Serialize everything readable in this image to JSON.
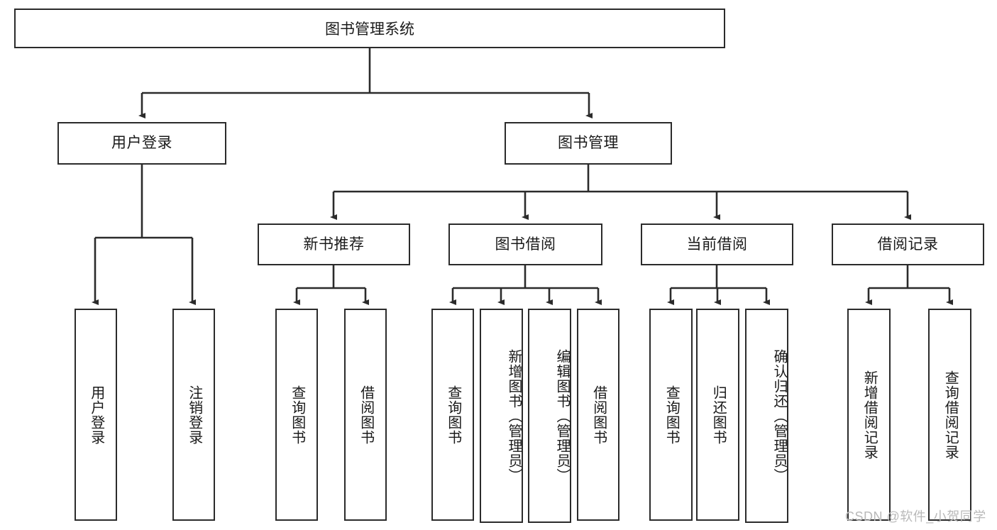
{
  "diagram": {
    "type": "tree",
    "title": "图书管理系统",
    "root": {
      "id": "root",
      "label": "图书管理系统"
    },
    "level2": [
      {
        "id": "user-login",
        "label": "用户登录"
      },
      {
        "id": "book-management",
        "label": "图书管理"
      }
    ],
    "level3": [
      {
        "id": "new-book-recommend",
        "label": "新书推荐"
      },
      {
        "id": "book-borrow",
        "label": "图书借阅"
      },
      {
        "id": "current-borrow",
        "label": "当前借阅"
      },
      {
        "id": "borrow-record",
        "label": "借阅记录"
      }
    ],
    "leaves": [
      {
        "id": "leaf-user-login",
        "label": "用户登录",
        "parent": "user-login"
      },
      {
        "id": "leaf-logout",
        "label": "注销登录",
        "parent": "user-login"
      },
      {
        "id": "leaf-query-book-1",
        "label": "查询图书",
        "parent": "new-book-recommend"
      },
      {
        "id": "leaf-borrow-book-1",
        "label": "借阅图书",
        "parent": "new-book-recommend"
      },
      {
        "id": "leaf-query-book-2",
        "label": "查询图书",
        "parent": "book-borrow"
      },
      {
        "id": "leaf-add-book",
        "label": "新增图书（管理员）",
        "parent": "book-borrow"
      },
      {
        "id": "leaf-edit-book",
        "label": "编辑图书（管理员）",
        "parent": "book-borrow"
      },
      {
        "id": "leaf-borrow-book-2",
        "label": "借阅图书",
        "parent": "book-borrow"
      },
      {
        "id": "leaf-query-book-3",
        "label": "查询图书",
        "parent": "current-borrow"
      },
      {
        "id": "leaf-return-book",
        "label": "归还图书",
        "parent": "current-borrow"
      },
      {
        "id": "leaf-confirm-return",
        "label": "确认归还（管理员）",
        "parent": "current-borrow"
      },
      {
        "id": "leaf-add-record",
        "label": "新增借阅记录",
        "parent": "borrow-record"
      },
      {
        "id": "leaf-query-record",
        "label": "查询借阅记录",
        "parent": "borrow-record"
      }
    ],
    "colors": {
      "stroke": "#2b2b2b",
      "fill": "#ffffff",
      "text": "#1a1a1a",
      "watermark": "#b9b9b9"
    }
  },
  "watermark": {
    "text": "CSDN @软件_小贺同学"
  }
}
